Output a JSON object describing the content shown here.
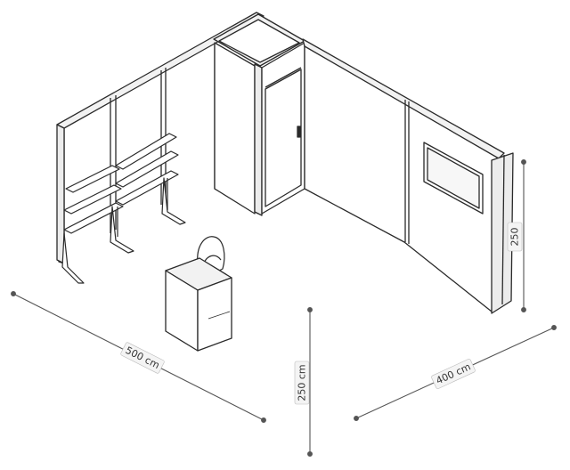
{
  "dimensions": {
    "width_label": "500 cm",
    "height_label": "250 cm",
    "depth_label": "400 cm",
    "side_height_label": "250"
  },
  "colors": {
    "line": "#2a2a2a",
    "wall_fill": "#ffffff",
    "wall_top": "#f2f2f2",
    "dim_line": "#555555",
    "label_bg": "#f4f4f4"
  }
}
